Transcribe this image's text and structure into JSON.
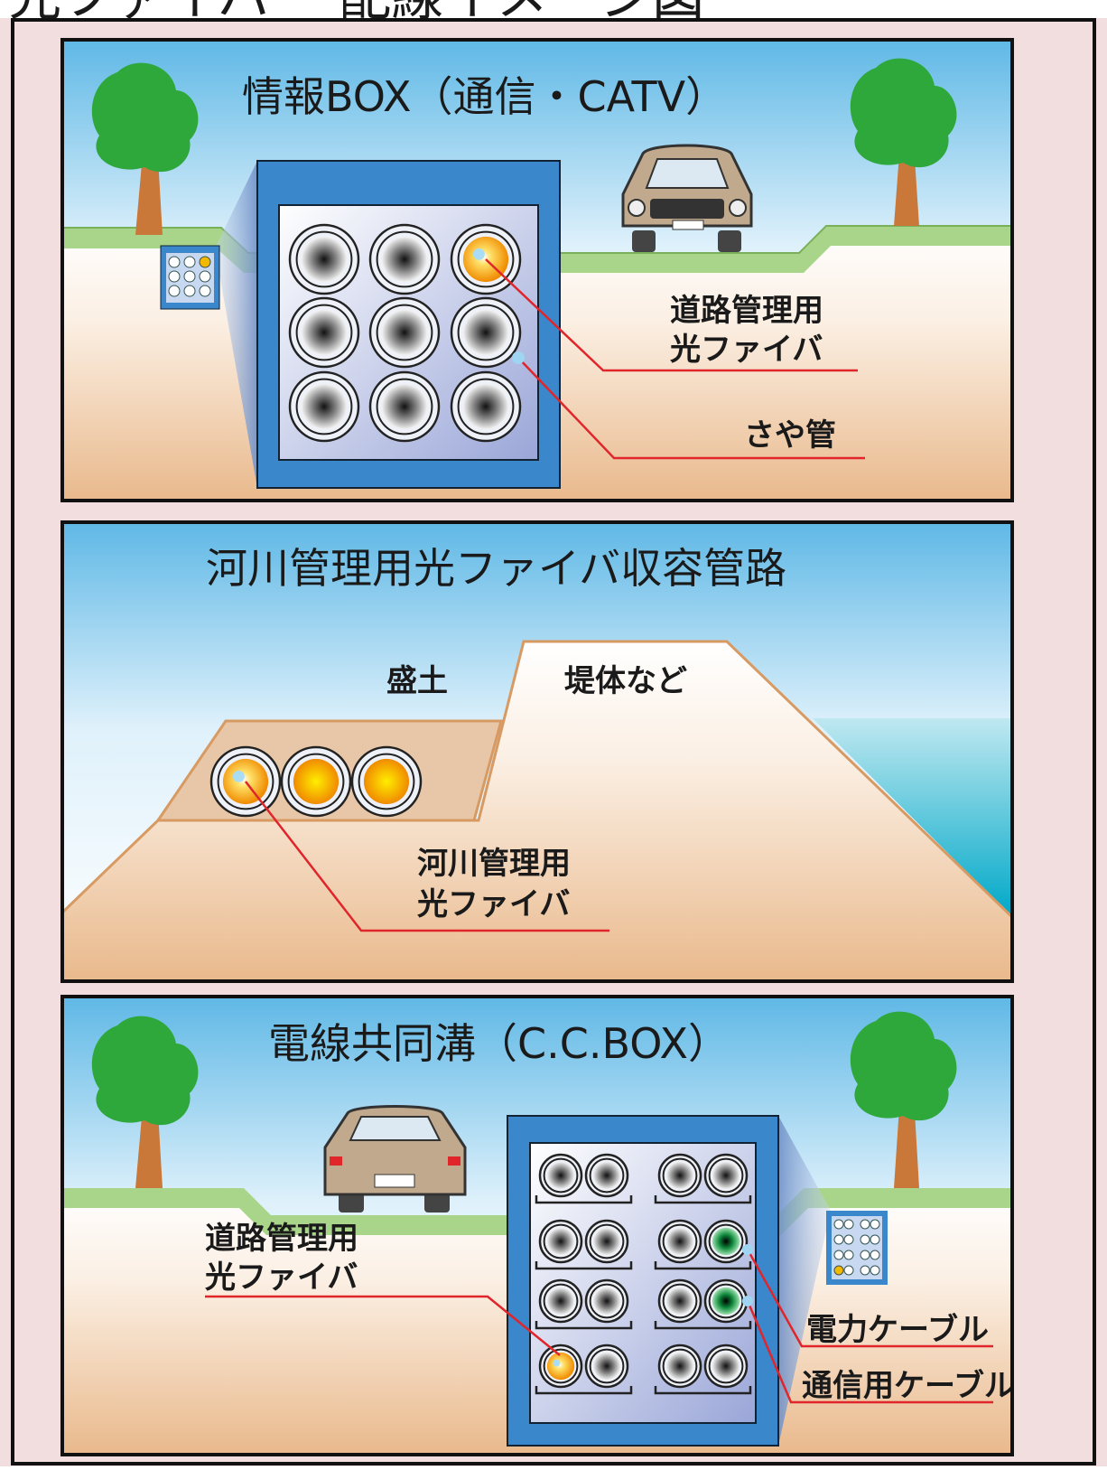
{
  "page": {
    "heading_partial": "光ファイバー 配線イメージ図"
  },
  "panels": {
    "info_box": {
      "title": "情報BOX（通信・CATV）",
      "label_fiber_line1": "道路管理用",
      "label_fiber_line2": "光ファイバ",
      "label_sheath": "さや管"
    },
    "river": {
      "title": "河川管理用光ファイバ収容管路",
      "label_fill": "盛土",
      "label_levee": "堤体など",
      "label_fiber_line1": "河川管理用",
      "label_fiber_line2": "光ファイバ"
    },
    "cc_box": {
      "title": "電線共同溝（C.C.BOX）",
      "label_fiber_line1": "道路管理用",
      "label_fiber_line2": "光ファイバ",
      "label_power": "電力ケーブル",
      "label_comm": "通信用ケーブル"
    }
  },
  "colors": {
    "page_bg": "#f2dede",
    "frame": "#111111",
    "sky_top": "#5fb8e6",
    "grass": "#a9d58a",
    "soil": "#e9b98c",
    "box_blue": "#3a87cc",
    "leader": "#e0252b",
    "fiber_orange": "#f59a00",
    "power_green": "#0f8a3c",
    "tree_green": "#2ea83a"
  }
}
